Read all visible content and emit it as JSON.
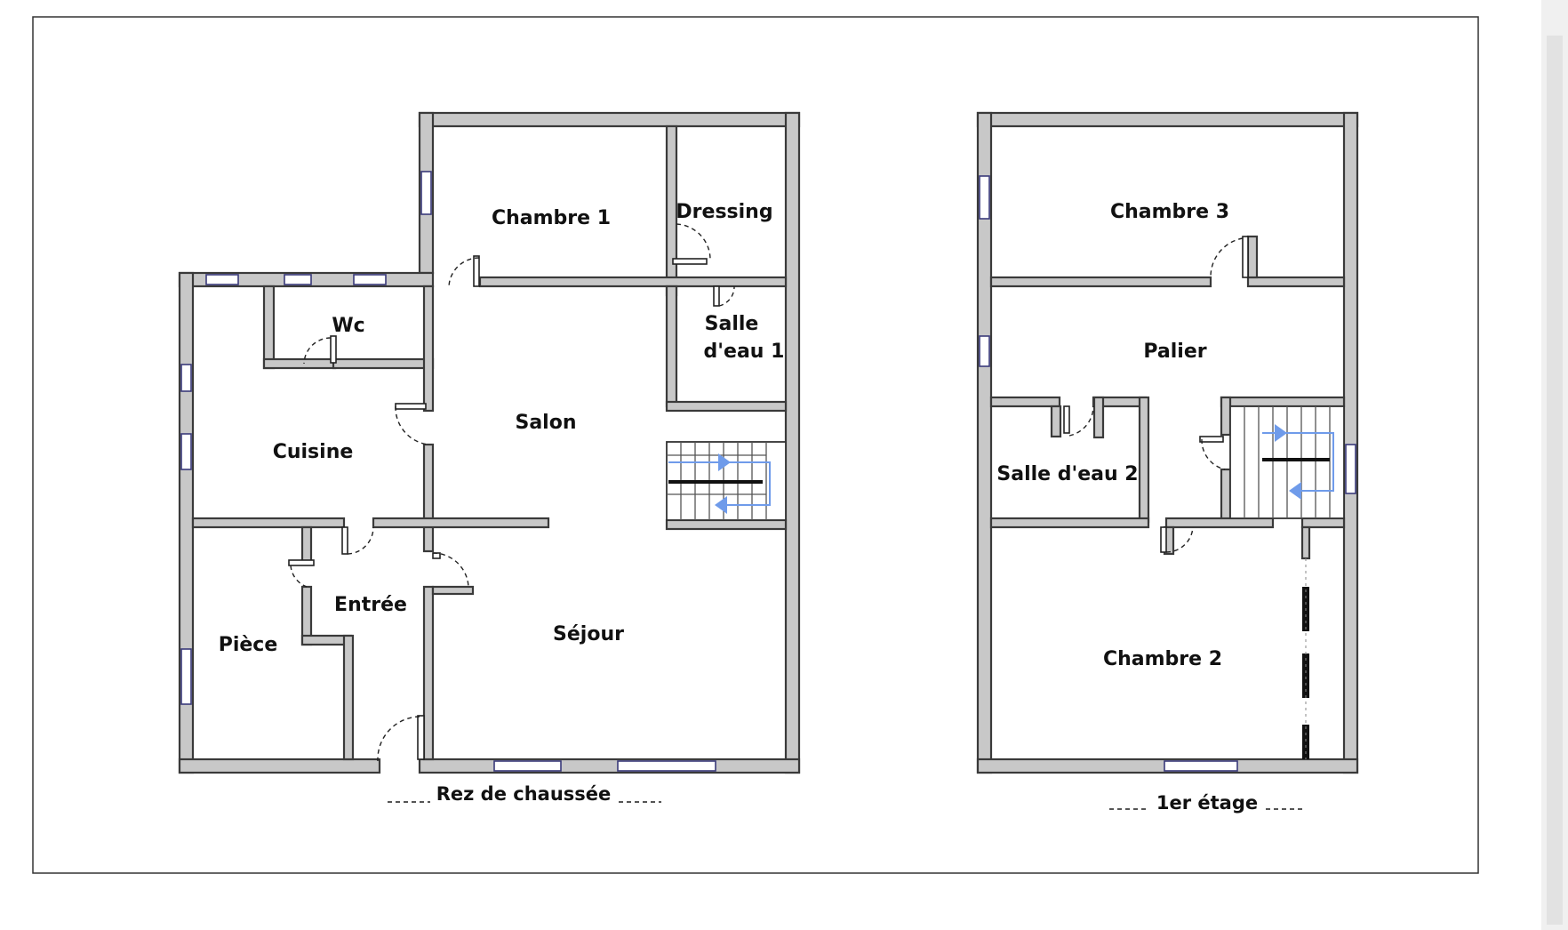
{
  "ground_floor": {
    "caption": "Rez de chaussée",
    "rooms": {
      "chambre1": "Chambre 1",
      "dressing": "Dressing",
      "wc": "Wc",
      "salle_eau_1_line1": "Salle",
      "salle_eau_1_line2": "d'eau 1",
      "salon": "Salon",
      "cuisine": "Cuisine",
      "entree": "Entrée",
      "piece": "Pièce",
      "sejour": "Séjour"
    }
  },
  "first_floor": {
    "caption": "1er étage",
    "rooms": {
      "chambre3": "Chambre 3",
      "palier": "Palier",
      "salle_eau_2": "Salle d'eau 2",
      "chambre2": "Chambre 2"
    }
  },
  "colors": {
    "wall_fill": "#c8c8c8",
    "wall_stroke": "#3a3a3a",
    "stair_arrow": "#6f9bea"
  }
}
